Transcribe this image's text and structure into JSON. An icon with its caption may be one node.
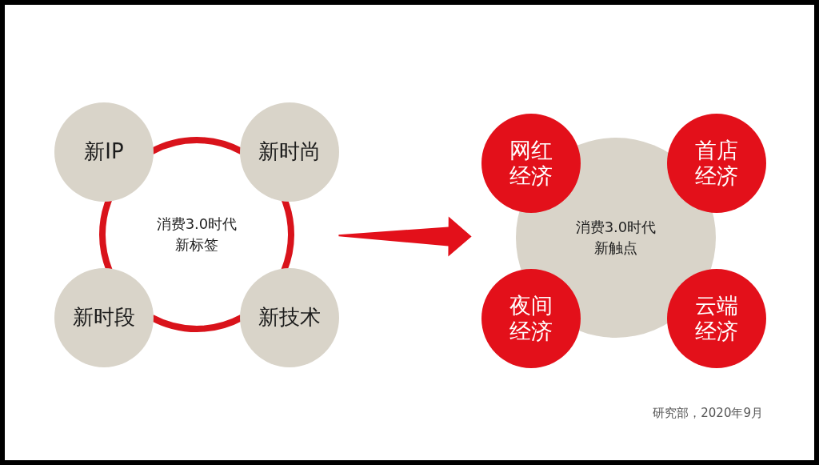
{
  "diagram": {
    "nodes": [
      {
        "text": [
          "消费3.0时代新标签"
        ]
      },
      {
        "text": [
          "新IP"
        ]
      },
      {
        "text": [
          "新时尚"
        ]
      },
      {
        "text": [
          "新时段"
        ]
      },
      {
        "text": [
          "新技术"
        ]
      },
      {
        "text": [
          "消费3.0时代新触点"
        ]
      },
      {
        "text": [
          "网红经济"
        ]
      },
      {
        "text": [
          "首店经济"
        ]
      },
      {
        "text": [
          "夜间经济"
        ]
      },
      {
        "text": [
          "云端经济"
        ]
      }
    ],
    "edges": [
      {
        "from": 0,
        "to": 5,
        "arrow": "to"
      }
    ],
    "labels": [
      "研究部，2020年9月"
    ]
  }
}
